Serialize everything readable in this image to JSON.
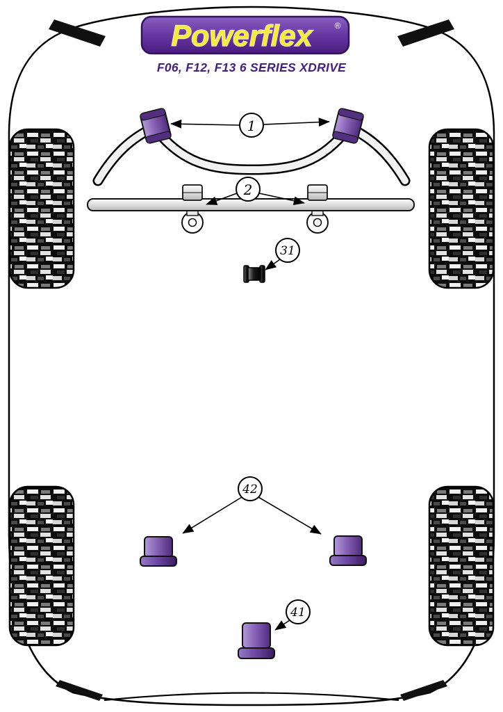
{
  "header": {
    "brand": "Powerflex",
    "registered": "®",
    "subtitle": "F06, F12, F13 6 SERIES XDRIVE"
  },
  "callouts": {
    "c1": "1",
    "c2": "2",
    "c31": "31",
    "c42": "42",
    "c41": "41"
  },
  "colors": {
    "brand_purple": "#5c2d91",
    "logo_text_yellow": "#f6eb3c",
    "subtitle_purple": "#43217e",
    "bushing_purple": "#8663b4",
    "bushing_purple_dark": "#4f2b7d",
    "outline_black": "#000000",
    "tire_black": "#0c0c0c"
  }
}
